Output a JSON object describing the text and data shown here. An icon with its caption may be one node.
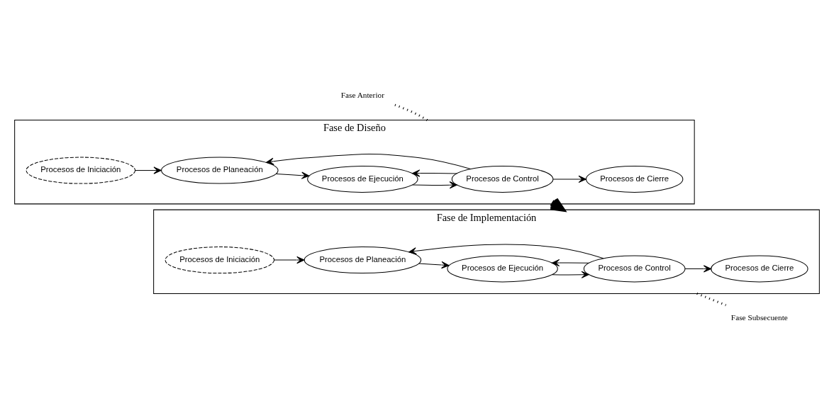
{
  "diagram": {
    "nodes": [
      {
        "text": [
          "Fase Anterior"
        ]
      },
      {
        "text": [
          "Fase de Diseño"
        ]
      },
      {
        "text": [
          "Procesos de Iniciación"
        ],
        "in": 1
      },
      {
        "text": [
          "Procesos de Planeación"
        ],
        "in": 1
      },
      {
        "text": [
          "Procesos de Control"
        ],
        "in": 1
      },
      {
        "text": [
          "Procesos de Ejecución"
        ],
        "in": 1
      },
      {
        "text": [
          "Procesos de Cierre"
        ],
        "in": 1
      },
      {
        "text": [
          "Fase de Implementación"
        ]
      },
      {
        "text": [
          "Procesos de Iniciación"
        ],
        "in": 7
      },
      {
        "text": [
          "Procesos de Planeación"
        ],
        "in": 7
      },
      {
        "text": [
          "Procesos de Control"
        ],
        "in": 7
      },
      {
        "text": [
          "Procesos de Ejecución"
        ],
        "in": 7
      },
      {
        "text": [
          "Procesos de Cierre"
        ],
        "in": 7
      },
      {
        "text": [
          "Fase Subsecuente"
        ]
      }
    ],
    "edges": [
      {
        "from": 0,
        "to": 1,
        "arrow": "none",
        "style": "dashed"
      },
      {
        "from": 2,
        "to": 3,
        "arrow": "to"
      },
      {
        "from": 4,
        "to": 3,
        "arrow": "to"
      },
      {
        "from": 3,
        "to": 5,
        "arrow": "to"
      },
      {
        "from": 4,
        "to": 5,
        "arrow": "to"
      },
      {
        "from": 5,
        "to": 4,
        "arrow": "to"
      },
      {
        "from": 4,
        "to": 6,
        "arrow": "to"
      },
      {
        "from": 1,
        "to": 7,
        "arrow": "to",
        "style": "thick"
      },
      {
        "from": 8,
        "to": 9,
        "arrow": "to"
      },
      {
        "from": 10,
        "to": 9,
        "arrow": "to"
      },
      {
        "from": 9,
        "to": 11,
        "arrow": "to"
      },
      {
        "from": 10,
        "to": 11,
        "arrow": "to"
      },
      {
        "from": 11,
        "to": 10,
        "arrow": "to"
      },
      {
        "from": 10,
        "to": 12,
        "arrow": "to"
      },
      {
        "from": 7,
        "to": 13,
        "arrow": "none",
        "style": "dashed"
      }
    ]
  }
}
